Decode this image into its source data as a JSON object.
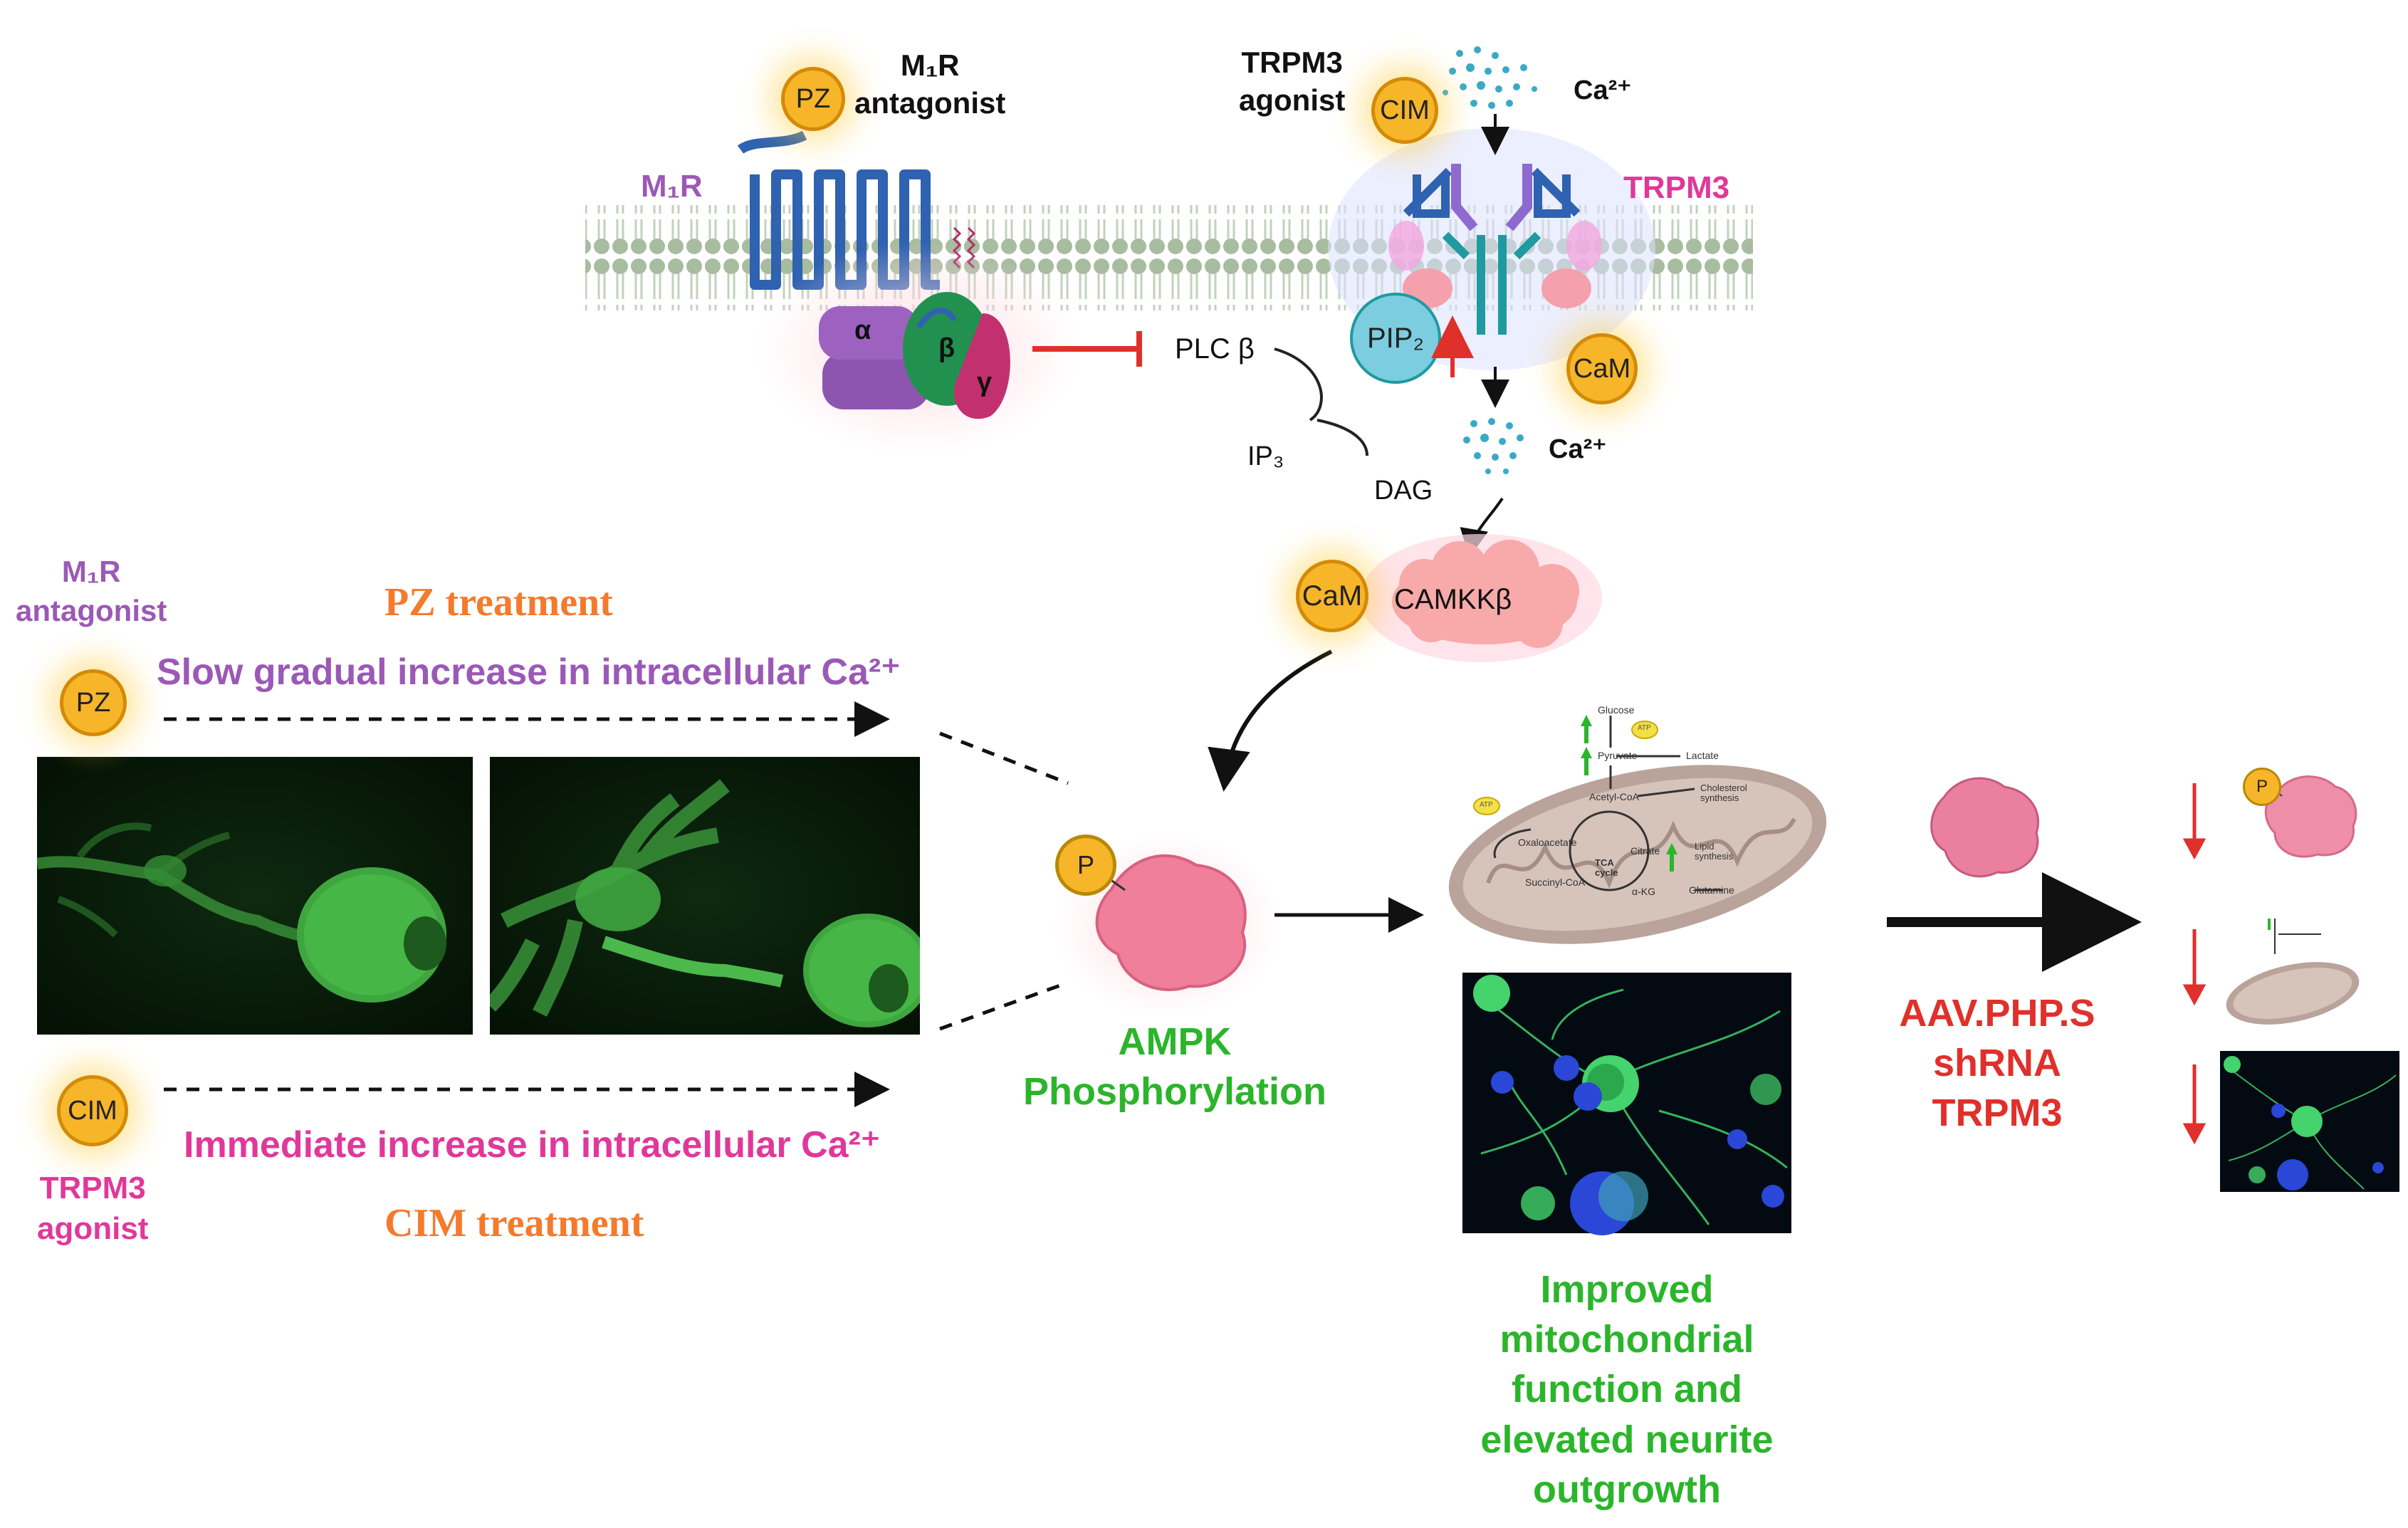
{
  "membrane": {
    "m1r_label": "M₁R",
    "trpm3_label": "TRPM3",
    "pz_badge": "PZ",
    "m1r_antagonist_top": "M₁R\nantagonist",
    "trpm3_agonist_top": "TRPM3\nagonist",
    "cim_badge": "CIM",
    "ca_top": "Ca²⁺",
    "ca_bottom": "Ca²⁺",
    "g_alpha": "α",
    "g_beta": "β",
    "g_gamma": "γ",
    "pip2": "PIP₂",
    "cam_channel": "CaM",
    "plc": "PLC β",
    "ip3": "IP₃",
    "dag": "DAG"
  },
  "signaling": {
    "cam": "CaM",
    "camkk": "CAMKKβ",
    "p_badge": "P",
    "ampk_label": "AMPK\nPhosphorylation"
  },
  "left": {
    "m1r_antagonist": "M₁R\nantagonist",
    "pz_badge": "PZ",
    "pz_treatment": "PZ treatment",
    "slow_increase": "Slow gradual increase in intracellular Ca²⁺",
    "cim_badge": "CIM",
    "immediate_increase": "Immediate increase in intracellular Ca²⁺",
    "trpm3_agonist": "TRPM3\nagonist",
    "cim_treatment": "CIM treatment"
  },
  "metabolism": {
    "glucose": "Glucose",
    "pyruvate": "Pyruvate",
    "lactate": "Lactate",
    "acetyl_coa": "Acetyl-CoA",
    "cholesterol": "Cholesterol\nsynthesis",
    "oxaloacetate": "Oxaloacetate",
    "citrate": "Citrate",
    "lipid": "Lipid\nsynthesis",
    "tca": "TCA\ncycle",
    "succinyl": "Succinyl-CoA",
    "akg": "α-KG",
    "glutamine": "Glutamine",
    "atp": "ATP"
  },
  "outcome": {
    "improved": "Improved\nmitochondrial\nfunction and\nelevated neurite\noutgrowth",
    "knockdown": "AAV.PHP.S\nshRNA\nTRPM3",
    "p_badge": "P"
  },
  "colors": {
    "purple": "#9b59b6",
    "magenta": "#e0389a",
    "orange": "#f47a2c",
    "green": "#2bb52b",
    "red": "#e0302b",
    "badge": "#f7b52a",
    "receptor_blue": "#2f62b0",
    "ampk_pink": "#ef7f9a"
  }
}
